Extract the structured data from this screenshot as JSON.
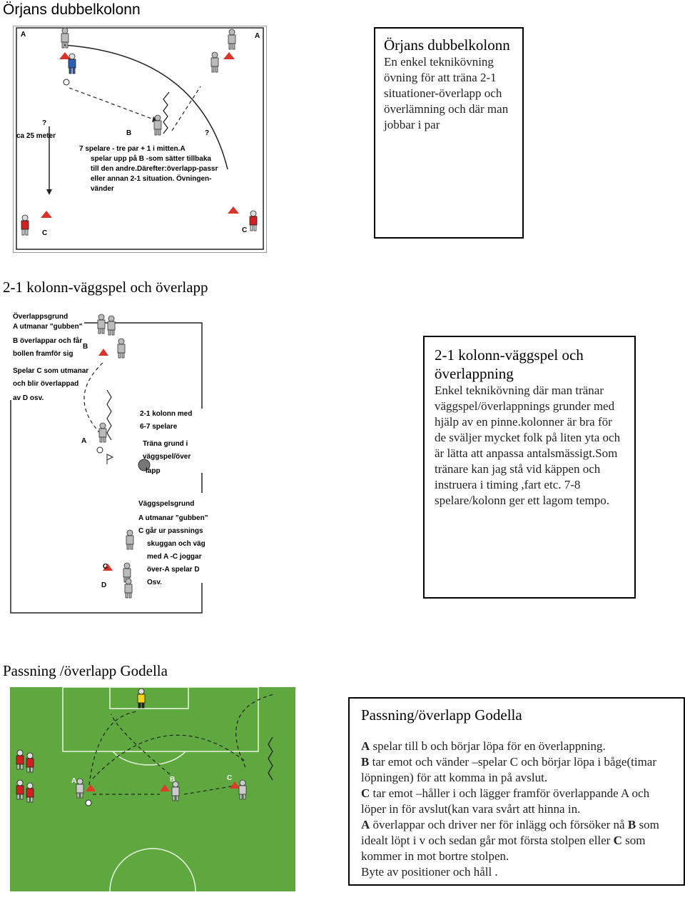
{
  "sections": [
    {
      "heading": "Örjans dubbelkolonn",
      "box": {
        "title": "Örjans dubbelkolonn",
        "body": "En enkel teknikövning övning för att träna 2-1 situationer-överlapp och överlämning och där man jobbar i par"
      },
      "diagram": {
        "labels": {
          "a1": "A",
          "a2": "A",
          "b": "B",
          "c1": "C",
          "c2": "C",
          "q1": "?",
          "q2": "?"
        },
        "distance": "ca 25 meter",
        "note_lines": [
          "7 spelare - tre par + 1 i mitten.A",
          "spelar upp på B -som sätter tillbaka",
          "till den andre.Därefter:överlapp-passr",
          "eller annan 2-1 situation. Övningen-",
          "vänder"
        ]
      }
    },
    {
      "heading": "2-1 kolonn-väggspel och överlapp",
      "box": {
        "title": "2-1 kolonn-väggspel och överlappning",
        "body": "Enkel teknikövning där man tränar väggspel/överlappnings grunder med hjälp av en pinne.kolonner är  bra för de sväljer mycket folk på liten yta och är lätta att anpassa antalsmässigt.Som tränare kan jag stå vid käppen och instruera i timing ,fart etc. 7-8 spelare/kolonn ger ett lagom tempo."
      },
      "diagram": {
        "top_note_lines": [
          "Överlappsgrund",
          "A utmanar \"gubben\"",
          "B överlappar och får",
          "bollen framför sig",
          "Spelar C som utmanar",
          "och blir överlappad",
          "av D osv."
        ],
        "mid_note_lines": [
          "2-1 kolonn med",
          "6-7 spelare",
          "Träna grund i",
          "väggspel/över",
          "lapp"
        ],
        "bottom_note_lines": [
          "Väggspelsgrund",
          "A utmanar \"gubben\"",
          "C går ur passnings",
          "skuggan och väg",
          "med A -C joggar",
          "över-A spelar D",
          "Osv."
        ],
        "labels": {
          "b": "B",
          "a": "A",
          "c": "C",
          "d": "D"
        }
      }
    },
    {
      "heading": "Passning /överlapp Godella",
      "box": {
        "title": "Passning/överlapp Godella",
        "paragraphs": [
          {
            "bold": "A",
            "text": " spelar till b och börjar löpa för en överlappning."
          },
          {
            "bold": "B",
            "text": " tar emot och vänder –spelar C och börjar löpa i båge(timar löpningen) för att komma in på avslut."
          },
          {
            "bold": "C",
            "text": " tar emot –håller i och lägger framför överlappande A och löper in för avslut(kan vara svårt att hinna in."
          },
          {
            "bold": "A",
            "text": " överlappar och driver ner för inlägg och försöker nå ",
            "bold2": "B",
            "text2": " som idealt löpt i v och sedan går mot första stolpen eller ",
            "bold3": "C",
            "text3": " som kommer in mot bortre stolpen."
          },
          {
            "text": "Byte av positioner och håll ."
          }
        ]
      },
      "diagram": {
        "labels": {
          "a": "A",
          "b": "B",
          "c": "C"
        },
        "colors": {
          "pitch": "#5fa840",
          "lines": "#e8f5e0",
          "cone": "#e03a2a",
          "keeper": "#f2d21a"
        }
      }
    }
  ]
}
